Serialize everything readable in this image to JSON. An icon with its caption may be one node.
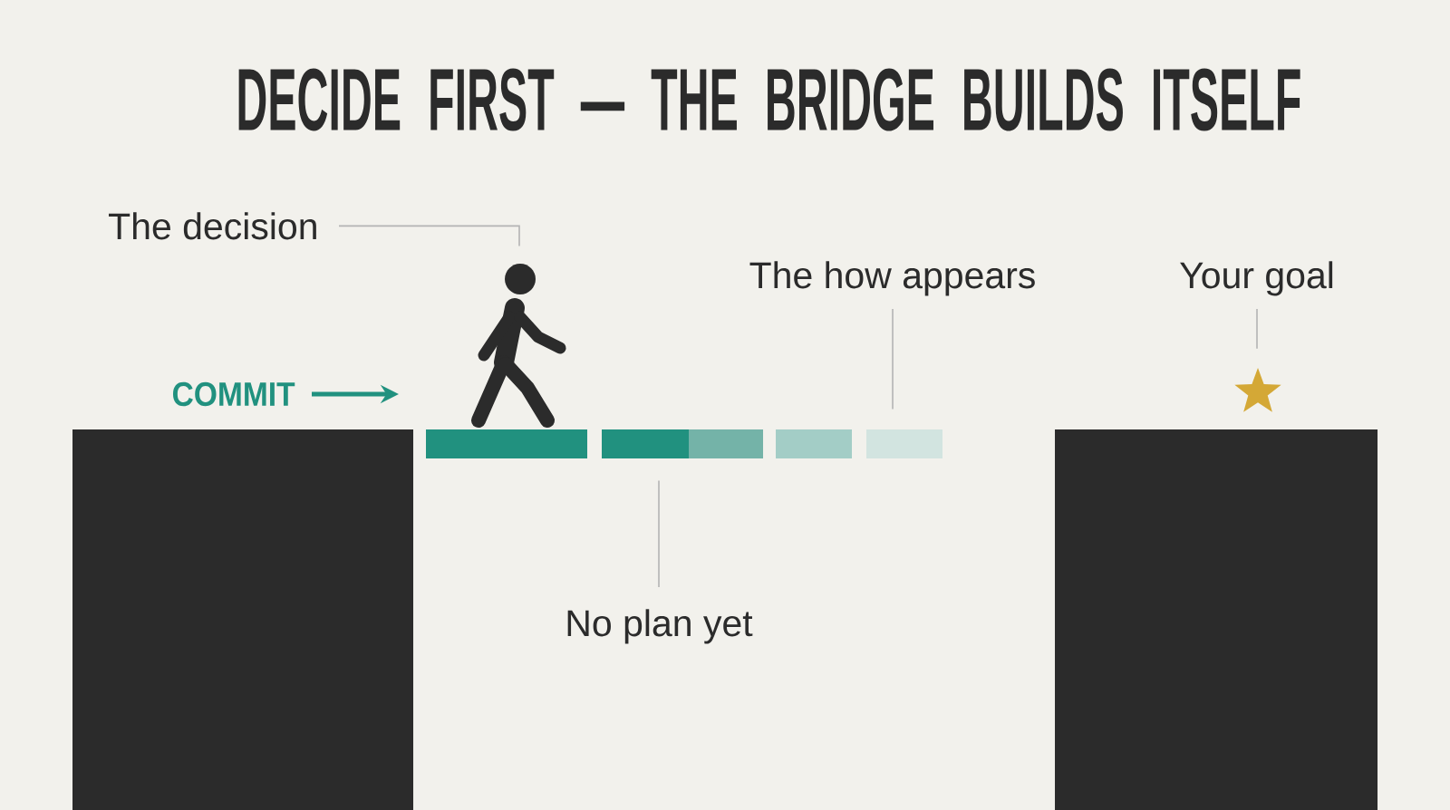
{
  "diagram": {
    "title": "DECIDE FIRST — THE BRIDGE BUILDS ITSELF",
    "nodes": [
      {
        "text": [
          "The decision"
        ]
      },
      {
        "text": [],
        "shape": "person"
      },
      {
        "text": [
          "The how appears"
        ]
      },
      {
        "text": [
          "Your goal"
        ]
      },
      {
        "text": [],
        "shape": "star"
      },
      {
        "text": [
          "COMMIT"
        ]
      },
      {
        "text": [],
        "shape": "box"
      },
      {
        "text": [],
        "shape": "bar"
      },
      {
        "text": [],
        "shape": "bar"
      },
      {
        "text": [],
        "shape": "bar"
      },
      {
        "text": [],
        "shape": "bar"
      },
      {
        "text": [],
        "shape": "box"
      },
      {
        "text": [
          "No plan yet"
        ]
      }
    ],
    "edges": [
      {
        "from": 0,
        "to": 1,
        "arrow": "none"
      },
      {
        "from": 2,
        "to": 10,
        "arrow": "none"
      },
      {
        "from": 3,
        "to": 4,
        "arrow": "none"
      },
      {
        "from": 5,
        "to": null,
        "arrow": "to",
        "style": "thick",
        "color": "#21917f"
      },
      {
        "from": 12,
        "to": 8,
        "arrow": "none"
      }
    ]
  }
}
